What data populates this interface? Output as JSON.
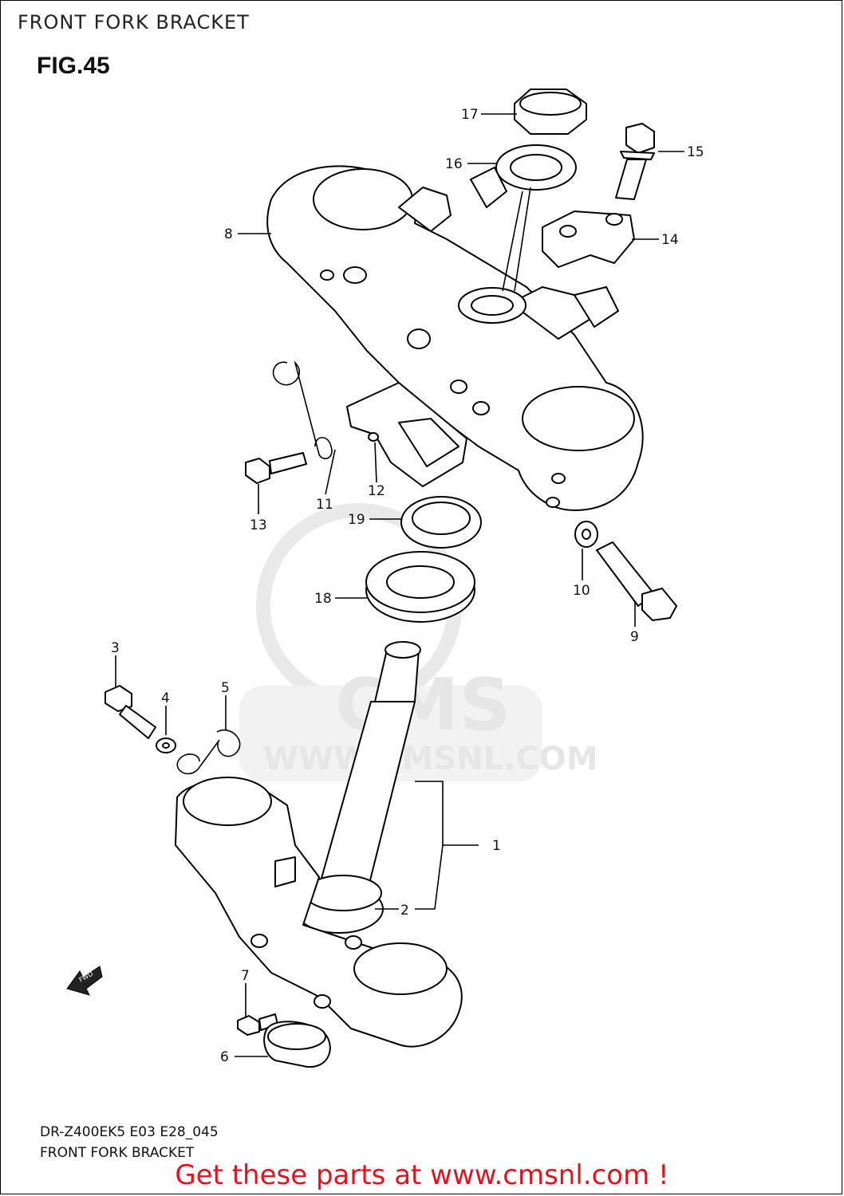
{
  "header": {
    "title": "FRONT FORK BRACKET"
  },
  "figure": {
    "label": "FIG.45"
  },
  "callouts": [
    "1",
    "2",
    "3",
    "4",
    "5",
    "6",
    "7",
    "8",
    "9",
    "10",
    "11",
    "12",
    "13",
    "14",
    "15",
    "16",
    "17",
    "18",
    "19"
  ],
  "watermark": {
    "logo": "CMS",
    "url": "WWW.CMSNL.COM"
  },
  "fwd_label": "FWD",
  "footer": {
    "model": "DR-Z400EK5 E03 E28_045",
    "caption": "FRONT FORK BRACKET",
    "promo": "Get these parts at www.cmsnl.com !",
    "promo_color": "#e0141e"
  }
}
